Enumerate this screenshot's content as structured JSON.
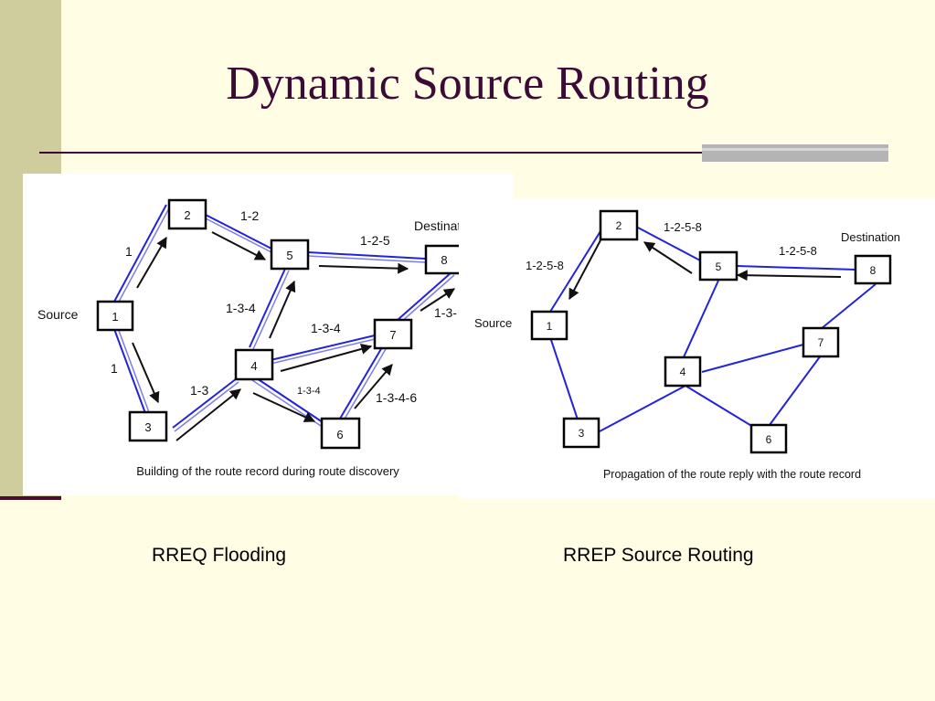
{
  "slide": {
    "title": "Dynamic Source Routing",
    "caption_left": "RREQ Flooding",
    "caption_right": "RREP Source Routing"
  },
  "colors": {
    "background": "#fffde3",
    "title": "#3c0a36",
    "link": "#2323dc",
    "node_border": "#000000"
  },
  "rreq_diagram": {
    "nodes": [
      "1",
      "2",
      "3",
      "4",
      "5",
      "6",
      "7",
      "8"
    ],
    "source_label": "Source",
    "destination_label": "Destinati",
    "route_labels": {
      "1_2": "1",
      "1_3": "1",
      "2_5": "1-2",
      "5_8": "1-2-5",
      "3_4": "1-3",
      "4_5": "1-3-4",
      "4_7": "1-3-4",
      "4_6": "1-3-4",
      "6_7": "1-3-4-6",
      "7_8": "1-3-"
    },
    "caption": "Building of the route record during route discovery"
  },
  "rrep_diagram": {
    "nodes": [
      "1",
      "2",
      "3",
      "4",
      "5",
      "6",
      "7",
      "8"
    ],
    "source_label": "Source",
    "destination_label": "Destination",
    "route_labels": {
      "2_1": "1-2-5-8",
      "5_2": "1-2-5-8",
      "8_5": "1-2-5-8"
    },
    "caption": "Propagation of the route reply with the route record"
  }
}
